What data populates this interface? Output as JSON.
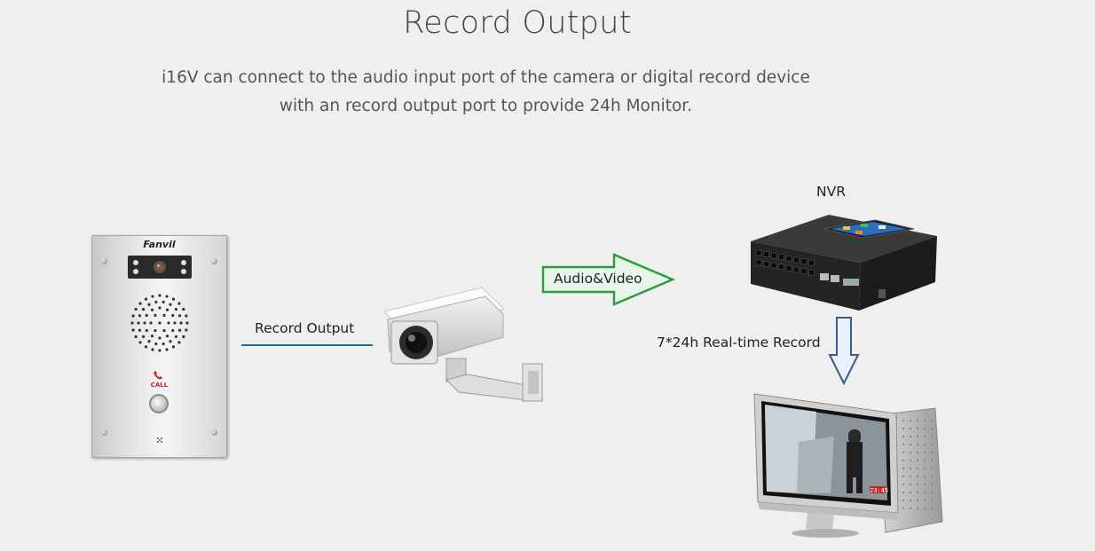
{
  "header": {
    "title": "Record Output",
    "description_line1": "i16V can connect to the audio input port of the camera or digital record device",
    "description_line2": "with an record output port to provide 24h Monitor."
  },
  "diagram": {
    "record_output_label": "Record Output",
    "audio_video_label": "Audio&Video",
    "nvr_label": "NVR",
    "realtime_record_label": "7*24h Real-time Record",
    "intercom_brand": "Fanvil",
    "intercom_call_text": "CALL",
    "monitor_timestamp": "23:45"
  },
  "colors": {
    "background": "#efefef",
    "connector_line": "#1e6f8c",
    "audio_arrow_border": "#2e9b3a",
    "audio_arrow_fill": "#e6f5ea",
    "down_arrow_border": "#3a5a8a",
    "down_arrow_fill": "#e8f1fb"
  }
}
